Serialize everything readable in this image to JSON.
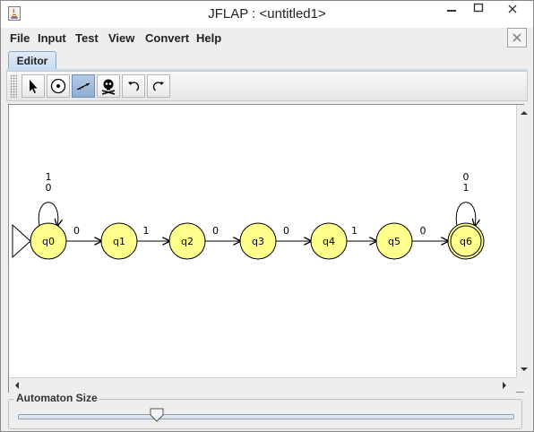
{
  "window": {
    "title": "JFLAP : <untitled1>"
  },
  "menu": [
    "File",
    "Input",
    "Test",
    "View",
    "Convert",
    "Help"
  ],
  "tabs": [
    "Editor"
  ],
  "toolbar": {
    "tools": [
      "attribute-editor",
      "state-creator",
      "transition-creator",
      "deleter",
      "undo",
      "redo"
    ],
    "selected_tool": "transition-creator"
  },
  "automaton": {
    "initial_state": "q0",
    "final_states": [
      "q6"
    ],
    "states": [
      "q0",
      "q1",
      "q2",
      "q3",
      "q4",
      "q5",
      "q6"
    ],
    "transitions": [
      {
        "from": "q0",
        "to": "q0",
        "labels": [
          "1",
          "0"
        ]
      },
      {
        "from": "q0",
        "to": "q1",
        "labels": [
          "0"
        ]
      },
      {
        "from": "q1",
        "to": "q2",
        "labels": [
          "1"
        ]
      },
      {
        "from": "q2",
        "to": "q3",
        "labels": [
          "0"
        ]
      },
      {
        "from": "q3",
        "to": "q4",
        "labels": [
          "0"
        ]
      },
      {
        "from": "q4",
        "to": "q5",
        "labels": [
          "1"
        ]
      },
      {
        "from": "q5",
        "to": "q6",
        "labels": [
          "0"
        ]
      },
      {
        "from": "q6",
        "to": "q6",
        "labels": [
          "0",
          "1"
        ]
      }
    ]
  },
  "automaton_size": {
    "label": "Automaton Size",
    "value": 0.28
  },
  "colors": {
    "state_fill": "#ffff8c",
    "tab_blue": "#c6daf0",
    "selected_tool": "#8eaed2"
  }
}
